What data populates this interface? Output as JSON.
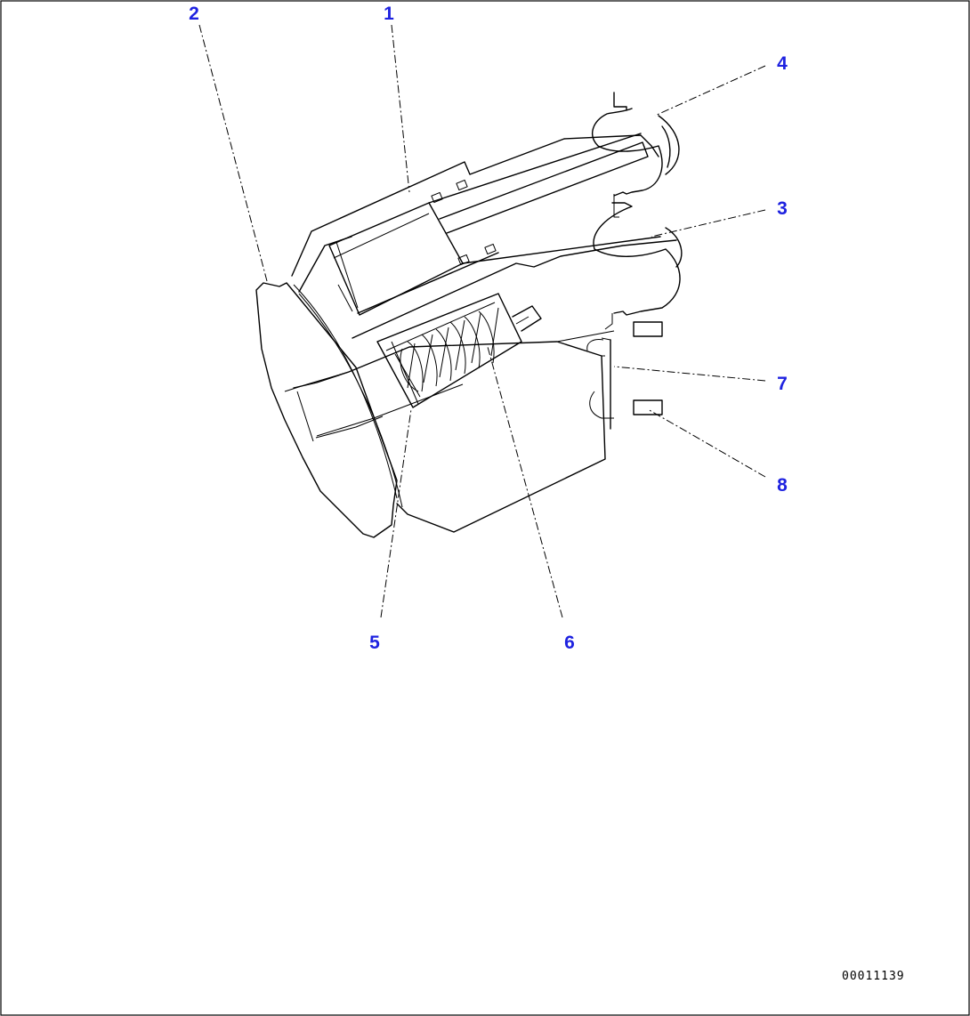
{
  "drawing_number": "00011139",
  "callouts": [
    {
      "id": "1",
      "label": "1"
    },
    {
      "id": "2",
      "label": "2"
    },
    {
      "id": "3",
      "label": "3"
    },
    {
      "id": "4",
      "label": "4"
    },
    {
      "id": "5",
      "label": "5"
    },
    {
      "id": "6",
      "label": "6"
    },
    {
      "id": "7",
      "label": "7"
    },
    {
      "id": "8",
      "label": "8"
    }
  ],
  "colors": {
    "callout": "#1e22e0",
    "lines": "#000000",
    "background": "#ffffff"
  }
}
